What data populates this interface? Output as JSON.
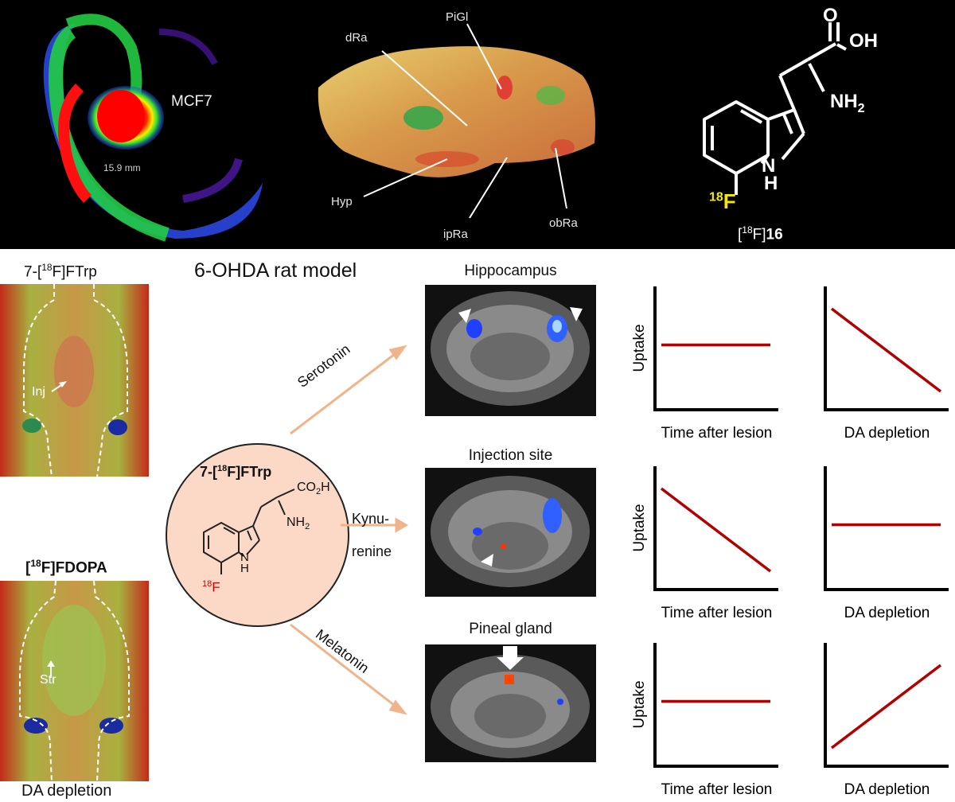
{
  "top": {
    "pet": {
      "tumor_label": "MCF7",
      "scale_text": "15.9 mm"
    },
    "brain3d": {
      "labels": [
        "PiGl",
        "dRa",
        "Hyp",
        "ipRa",
        "obRa"
      ]
    },
    "structure": {
      "nh2": "NH",
      "nh2_sub": "2",
      "oh": "OH",
      "o": "O",
      "nh": "N",
      "h": "H",
      "f_sup": "18",
      "f": "F",
      "caption_pre": "[",
      "caption_sup": "18",
      "caption_mid": "F]",
      "caption_num": "16"
    }
  },
  "left": {
    "ftrp_title_pre": "7-[",
    "ftrp_title_sup": "18",
    "ftrp_title_post": "F]FTrp",
    "inj_label": "Inj",
    "fdopa_title_pre": "[",
    "fdopa_title_sup": "18",
    "fdopa_title_post": "F]FDOPA",
    "str_label": "Str",
    "bottom_label": "DA depletion"
  },
  "center": {
    "model_title": "6-OHDA rat model",
    "circle_title_pre": "7-[",
    "circle_title_sup": "18",
    "circle_title_post": "F]FTrp",
    "co2h": "CO",
    "co2h_sub": "2",
    "co2h_end": "H",
    "nh2": "NH",
    "nh2_sub": "2",
    "n": "N",
    "h": "H",
    "f_sup": "18",
    "f": "F",
    "path_serotonin": "Serotonin",
    "path_kyn_1": "Kynu-",
    "path_kyn_2": "renine",
    "path_melatonin": "Melatonin"
  },
  "mri": {
    "hippocampus": "Hippocampus",
    "injection": "Injection site",
    "pineal": "Pineal gland"
  },
  "chart_data": [
    {
      "type": "line",
      "ylabel": "Uptake",
      "xlabel": "Time after lesion",
      "trend": "flat",
      "series": [
        {
          "values": [
            0.55,
            0.55
          ]
        }
      ]
    },
    {
      "type": "line",
      "ylabel": "",
      "xlabel": "DA depletion",
      "trend": "decreasing",
      "series": [
        {
          "values": [
            0.9,
            0.1
          ]
        }
      ]
    },
    {
      "type": "line",
      "ylabel": "Uptake",
      "xlabel": "Time after lesion",
      "trend": "decreasing",
      "series": [
        {
          "values": [
            0.9,
            0.1
          ]
        }
      ]
    },
    {
      "type": "line",
      "ylabel": "",
      "xlabel": "DA depletion",
      "trend": "flat",
      "series": [
        {
          "values": [
            0.55,
            0.55
          ]
        }
      ]
    },
    {
      "type": "line",
      "ylabel": "Uptake",
      "xlabel": "Time after lesion",
      "trend": "flat",
      "series": [
        {
          "values": [
            0.55,
            0.55
          ]
        }
      ]
    },
    {
      "type": "line",
      "ylabel": "",
      "xlabel": "DA depletion",
      "trend": "increasing",
      "series": [
        {
          "values": [
            0.1,
            0.9
          ]
        }
      ]
    }
  ],
  "colors": {
    "line": "#b30000",
    "arrow": "#f0b48a",
    "circle_fill": "#fbd9c6",
    "fluorine": "#d40000",
    "yellow_f": "#f5e800"
  }
}
